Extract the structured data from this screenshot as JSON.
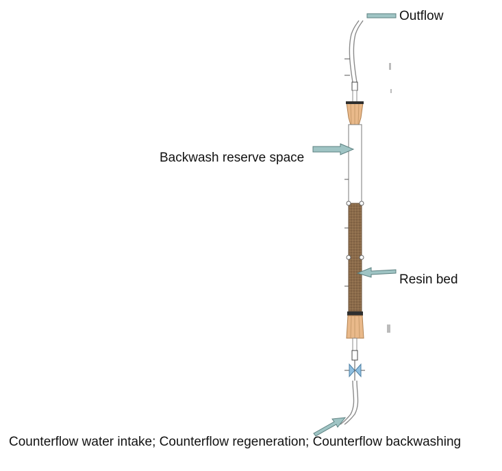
{
  "labels": {
    "outflow": "Outflow",
    "backwash_reserve_space": "Backwash reserve space",
    "resin_bed": "Resin bed",
    "counterflow": "Counterflow water intake; Counterflow regeneration; Counterflow backwashing"
  },
  "colors": {
    "pipe_line": "#8a8a8a",
    "arrow_fill": "#9fc4c4",
    "arrow_stroke": "#5b7f7f",
    "resin_bed": "#8b6b4a",
    "fitting": "#e9b98a",
    "valve": "#8fbfe0",
    "column_outline": "#7a7a7a"
  },
  "icons": {
    "valve": "valve-icon"
  }
}
